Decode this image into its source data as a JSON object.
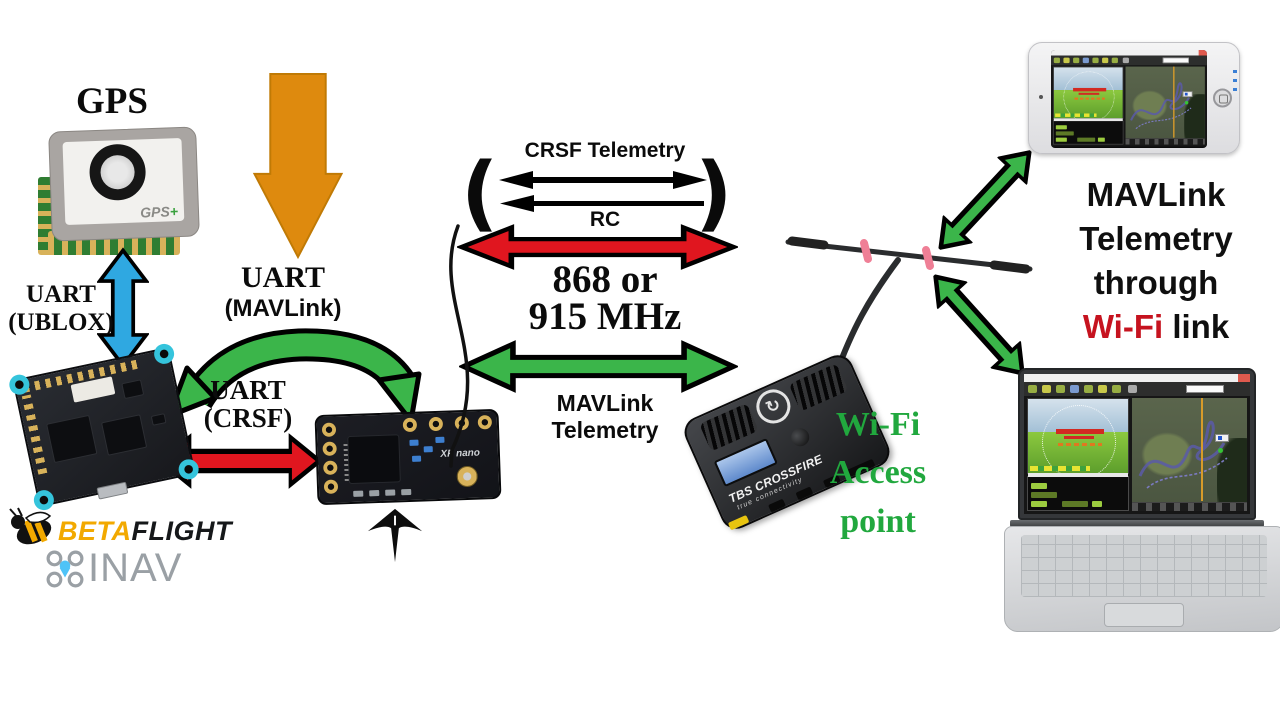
{
  "diagram": {
    "gps": {
      "title": "GPS",
      "module_text": "GPS",
      "module_plus": "+"
    },
    "uart_ublox": {
      "l1": "UART",
      "l2": "(UBLOX)"
    },
    "uart_mavlink": {
      "l1": "UART",
      "l2": "(MAVLink)"
    },
    "uart_crsf": {
      "l1": "UART",
      "l2": "(CRSF)"
    },
    "rf_link": {
      "paren_open": "(",
      "paren_close": ")",
      "crsf_telemetry": "CRSF Telemetry",
      "rc": "RC",
      "freq_l1": "868 or",
      "freq_l2": "915 MHz",
      "mav_l1": "MAVLink",
      "mav_l2": "Telemetry"
    },
    "wifi_ap": {
      "l1": "Wi-Fi",
      "l2": "Access",
      "l3": "point"
    },
    "right_note": {
      "l1": "MAVLink",
      "l2": "Telemetry",
      "l3": "through",
      "wifi": "Wi-Fi",
      "l4": "link"
    },
    "logos": {
      "beta": "BETA",
      "flight": "FLIGHT",
      "inav": "INAV"
    },
    "devices": {
      "rx_label": "XF nano",
      "tx_name": "TBS CROSSFIRE",
      "tx_tagline": "true connectivity",
      "tx_logo_glyph": "↻"
    }
  },
  "colors": {
    "arrow-green": "#3bb54a",
    "arrow-red": "#e0161f",
    "arrow-blue": "#2fa8e1",
    "arrow-orange": "#de8a0e",
    "text-green": "#21a83e",
    "text-red": "#c6131f",
    "betaflight-yellow": "#f2a900",
    "inav-gray": "#9aa0a5"
  }
}
